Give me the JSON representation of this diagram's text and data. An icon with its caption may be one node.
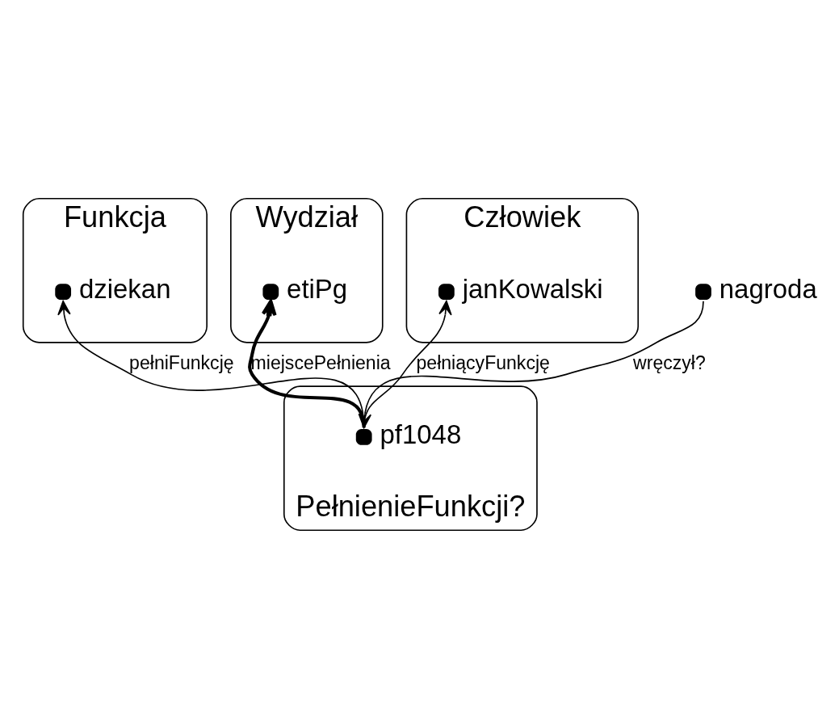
{
  "diagram": {
    "nodes": [
      {
        "text": [
          "Funkcja"
        ]
      },
      {
        "text": [
          "dziekan"
        ],
        "in": 0
      },
      {
        "text": [
          "Wydział"
        ]
      },
      {
        "text": [
          "etiPg"
        ],
        "in": 2
      },
      {
        "text": [
          "PełnienieFunkcji?"
        ]
      },
      {
        "text": [
          "pf1048"
        ],
        "in": 4
      },
      {
        "text": [
          "Człowiek"
        ]
      },
      {
        "text": [
          "janKowalski"
        ],
        "in": 6
      },
      {
        "text": [
          "nagroda"
        ]
      }
    ],
    "edges": [
      {
        "from": 5,
        "to": 1,
        "arrow": "to",
        "label": "pełniFunkcję"
      },
      {
        "from": 5,
        "to": 3,
        "arrow": "to",
        "label": "miejscePełnienia",
        "style": "thick"
      },
      {
        "from": 5,
        "to": 7,
        "arrow": "to",
        "label": "pełniącyFunkcję"
      },
      {
        "from": 8,
        "to": 5,
        "arrow": "to",
        "label": "wręczył?"
      }
    ]
  }
}
